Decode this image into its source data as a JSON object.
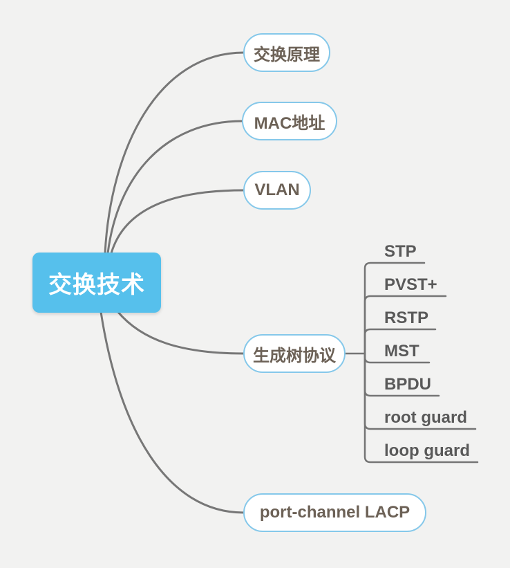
{
  "root": {
    "label": "交换技术"
  },
  "branches": [
    {
      "label": "交换原理"
    },
    {
      "label": "MAC地址"
    },
    {
      "label": "VLAN"
    },
    {
      "label": "生成树协议",
      "children": [
        {
          "label": "STP"
        },
        {
          "label": "PVST+"
        },
        {
          "label": "RSTP"
        },
        {
          "label": "MST"
        },
        {
          "label": "BPDU"
        },
        {
          "label": "root guard"
        },
        {
          "label": "loop guard"
        }
      ]
    },
    {
      "label": "port-channel LACP"
    }
  ],
  "colors": {
    "background": "#F2F2F1",
    "root_fill": "#56C0EC",
    "root_text": "#FFFFFF",
    "branch_border": "#85C8EA",
    "branch_fill": "#FFFFFF",
    "branch_text": "#6C6156",
    "subtopic_text": "#595959",
    "connector": "#777777"
  }
}
